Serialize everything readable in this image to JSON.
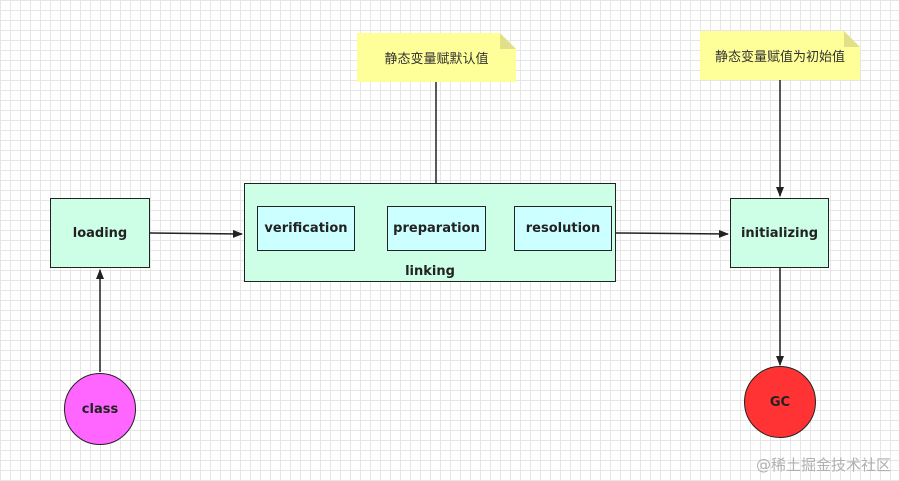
{
  "nodes": {
    "loading": "loading",
    "linking": "linking",
    "verification": "verification",
    "preparation": "preparation",
    "resolution": "resolution",
    "initializing": "initializing",
    "class": "class",
    "gc": "GC"
  },
  "notes": {
    "preparation_note": "静态变量赋默认值",
    "initializing_note": "静态变量赋值为初始值"
  },
  "colors": {
    "stage_fill": "#ccffe6",
    "inner_fill": "#ccffff",
    "class_fill": "#ff66ff",
    "gc_fill": "#ff3333",
    "note_fill": "#ffff99"
  },
  "watermark": "@稀土掘金技术社区"
}
